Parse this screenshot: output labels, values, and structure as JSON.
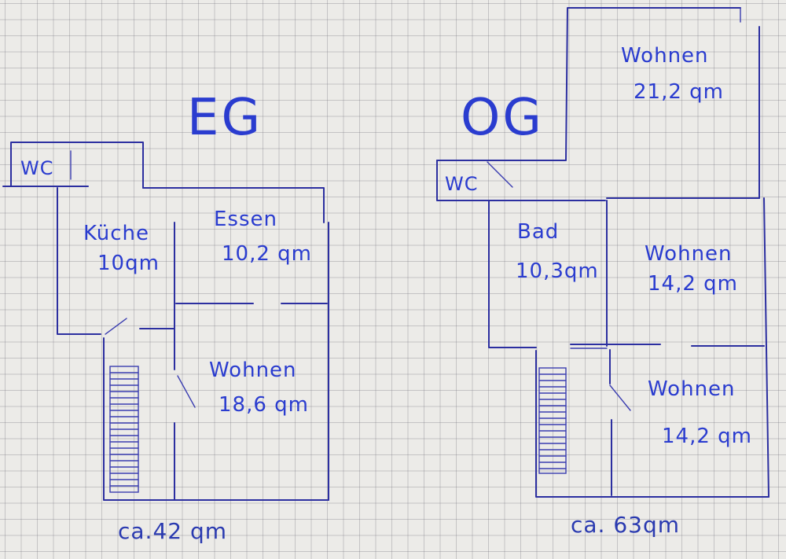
{
  "floors": {
    "eg": {
      "title": "EG",
      "total": "ca.42 qm",
      "rooms": {
        "wc": {
          "name": "WC"
        },
        "kueche": {
          "name": "Küche",
          "area": "10qm"
        },
        "essen": {
          "name": "Essen",
          "area": "10,2 qm"
        },
        "wohnen": {
          "name": "Wohnen",
          "area": "18,6 qm"
        }
      }
    },
    "og": {
      "title": "OG",
      "total": "ca. 63qm",
      "rooms": {
        "wc": {
          "name": "WC"
        },
        "bad": {
          "name": "Bad",
          "area": "10,3qm"
        },
        "wohnen_top": {
          "name": "Wohnen",
          "area": "21,2 qm"
        },
        "wohnen_mid": {
          "name": "Wohnen",
          "area": "14,2 qm"
        },
        "wohnen_bottom": {
          "name": "Wohnen",
          "area": "14,2 qm"
        }
      }
    }
  },
  "colors": {
    "ink": "#2a3ccf",
    "wall": "#2c2fa0",
    "paper": "#ecebe8"
  }
}
